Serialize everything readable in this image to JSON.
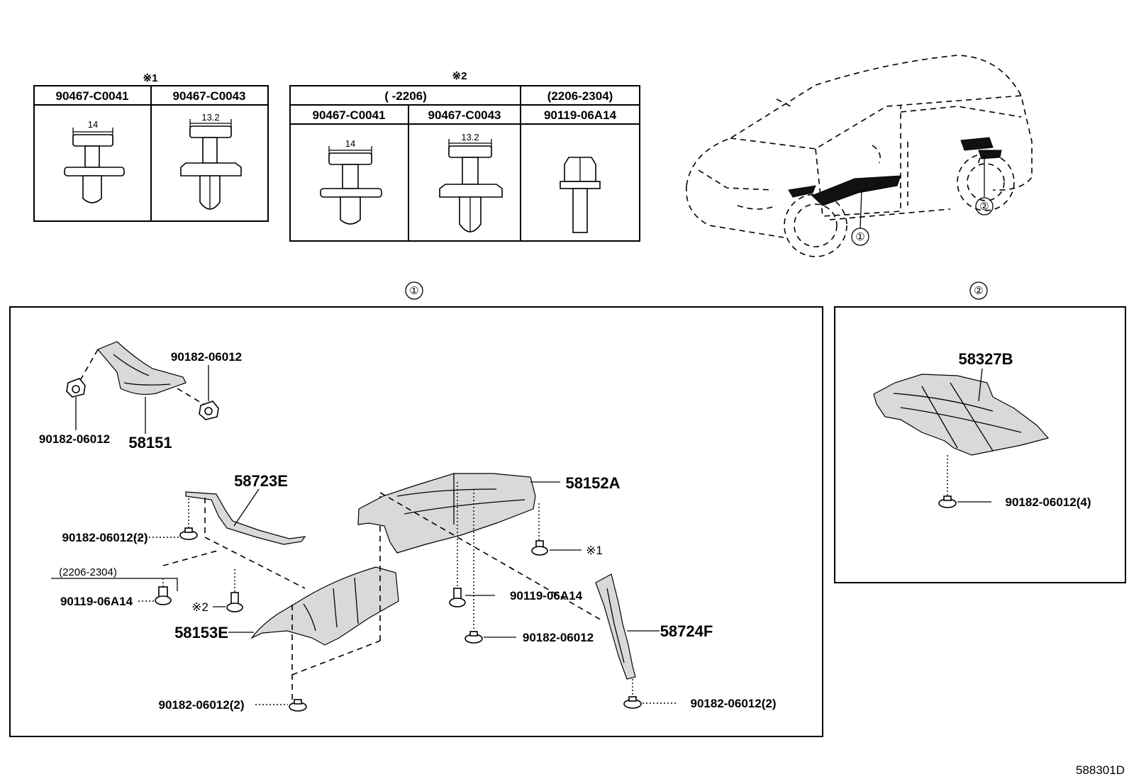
{
  "clip_table_1": {
    "note": "※1",
    "col1": {
      "part": "90467-C0041",
      "dim": "14"
    },
    "col2": {
      "part": "90467-C0043",
      "dim": "13.2"
    }
  },
  "clip_table_2": {
    "note": "※2",
    "range_a": "(      -2206)",
    "range_b": "(2206-2304)",
    "col1": {
      "part": "90467-C0041",
      "dim": "14"
    },
    "col2": {
      "part": "90467-C0043",
      "dim": "13.2"
    },
    "col3": {
      "part": "90119-06A14"
    }
  },
  "vehicle": {
    "callout_1": "①",
    "callout_2": "②"
  },
  "section_1": {
    "title": "①",
    "parts": {
      "p58151": "58151",
      "p58151_clip_r": "90182-06012",
      "p58151_clip_l": "90182-06012",
      "p58723E": "58723E",
      "p58723E_clip": "90182-06012(2)",
      "range_note": "(2206-2304)",
      "bolt_90119_left": "90119-06A14",
      "ref_2": "※2",
      "p58153E": "58153E",
      "p58153E_clip": "90182-06012(2)",
      "p58152A": "58152A",
      "ref_1": "※1",
      "bolt_90119_right": "90119-06A14",
      "clip_mid": "90182-06012",
      "p58724F": "58724F",
      "p58724F_clip": "90182-06012(2)"
    }
  },
  "section_2": {
    "title": "②",
    "parts": {
      "p58327B": "58327B",
      "clip": "90182-06012(4)"
    }
  },
  "footer": {
    "diagram_id": "588301D"
  }
}
